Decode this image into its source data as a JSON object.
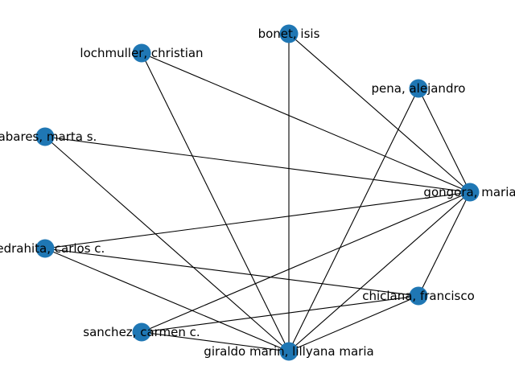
{
  "graph": {
    "node_color": "#1f77b4",
    "edge_color": "#000000",
    "nodes": [
      {
        "id": "bonet",
        "label": "bonet, isis"
      },
      {
        "id": "lochmuller",
        "label": "lochmuller, christian"
      },
      {
        "id": "pena",
        "label": "pena, alejandro"
      },
      {
        "id": "tabares",
        "label": "tabares, marta s."
      },
      {
        "id": "gongora",
        "label": "gongora, maria"
      },
      {
        "id": "piedrahita",
        "label": "piedrahita, carlos c."
      },
      {
        "id": "chiclana",
        "label": "chiclana, francisco"
      },
      {
        "id": "sanchez",
        "label": "sanchez, carmen c."
      },
      {
        "id": "giraldo",
        "label": "giraldo marin, lillyana maria"
      }
    ],
    "edges": [
      [
        "bonet",
        "gongora"
      ],
      [
        "bonet",
        "giraldo"
      ],
      [
        "lochmuller",
        "gongora"
      ],
      [
        "lochmuller",
        "giraldo"
      ],
      [
        "pena",
        "gongora"
      ],
      [
        "pena",
        "giraldo"
      ],
      [
        "tabares",
        "gongora"
      ],
      [
        "tabares",
        "giraldo"
      ],
      [
        "gongora",
        "piedrahita"
      ],
      [
        "gongora",
        "sanchez"
      ],
      [
        "gongora",
        "chiclana"
      ],
      [
        "gongora",
        "giraldo"
      ],
      [
        "piedrahita",
        "chiclana"
      ],
      [
        "piedrahita",
        "giraldo"
      ],
      [
        "chiclana",
        "sanchez"
      ],
      [
        "chiclana",
        "giraldo"
      ],
      [
        "sanchez",
        "giraldo"
      ]
    ]
  }
}
